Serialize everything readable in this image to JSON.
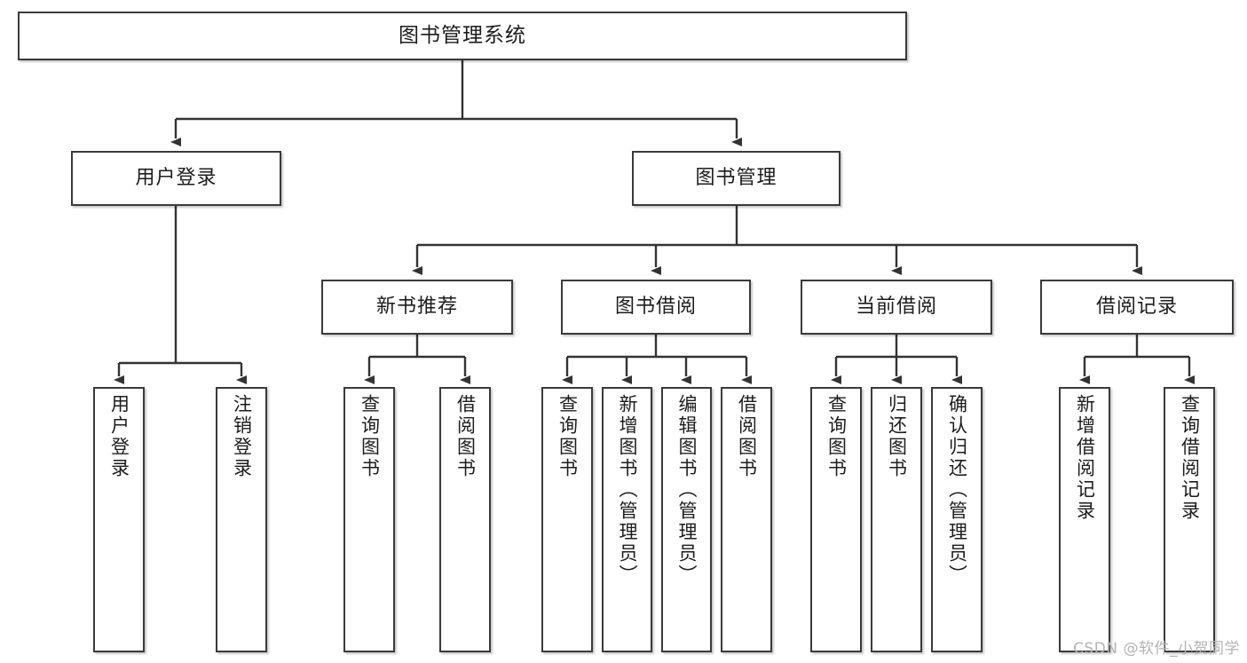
{
  "diagram": {
    "title": "图书管理系统",
    "type": "function-structure-tree",
    "orientation": "top-down",
    "style": {
      "box_fill": "#ffffff",
      "box_border": "#3a3a3a",
      "text_color": "#1c1c1c",
      "edge_color": "#333333",
      "background": "#ffffff",
      "watermark_color": "#b4b4b4"
    }
  },
  "root": {
    "label": "图书管理系统"
  },
  "level2": [
    {
      "label": "用户登录"
    },
    {
      "label": "图书管理"
    }
  ],
  "level3": [
    {
      "label": "新书推荐"
    },
    {
      "label": "图书借阅"
    },
    {
      "label": "当前借阅"
    },
    {
      "label": "借阅记录"
    }
  ],
  "leaves": {
    "user_login": [
      {
        "label": "用户登录"
      },
      {
        "label": "注销登录"
      }
    ],
    "new_book_recommend": [
      {
        "label": "查询图书"
      },
      {
        "label": "借阅图书"
      }
    ],
    "book_borrow": [
      {
        "label": "查询图书"
      },
      {
        "label": "新增图书（管理员）"
      },
      {
        "label": "编辑图书（管理员）"
      },
      {
        "label": "借阅图书"
      }
    ],
    "current_borrow": [
      {
        "label": "查询图书"
      },
      {
        "label": "归还图书"
      },
      {
        "label": "确认归还（管理员）"
      }
    ],
    "borrow_record": [
      {
        "label": "新增借阅记录"
      },
      {
        "label": "查询借阅记录"
      }
    ]
  },
  "watermark": {
    "text": "CSDN @软件_小贺同学"
  }
}
